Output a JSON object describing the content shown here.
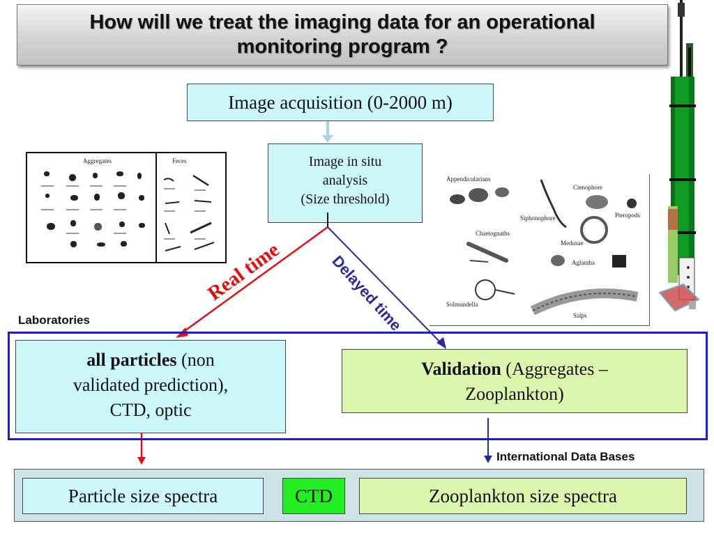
{
  "title": "How will we treat the imaging data for an operational monitoring program ?",
  "image_acquisition": "Image acquisition (0-2000 m)",
  "in_situ": [
    "Image in situ",
    "analysis",
    "(Size threshold)"
  ],
  "real_time": "Real time",
  "delayed_time": "Delayed time",
  "laboratories": "Laboratories",
  "all_particles": {
    "bold": "all particles",
    "rest_1": " (non",
    "line2": "validated prediction),",
    "line3": "CTD, optic"
  },
  "validation": {
    "bold": "Validation",
    "rest_1": " (Aggregates –",
    "line2": "Zooplankton)"
  },
  "international": "International Data Bases",
  "bottom": {
    "particle": "Particle size spectra",
    "ctd": "CTD",
    "zoo": "Zooplankton size spectra"
  },
  "left_image": {
    "col1": "Aggregates",
    "col2": "Feces"
  },
  "right_image": {
    "labels": [
      "Appendicularians",
      "Ctenophore",
      "Siphonophore",
      "Pteropods",
      "Chaetognaths",
      "Medusae",
      "Aglantha",
      "Solmundella",
      "Salps"
    ]
  },
  "colors": {
    "real_time": "#e01010",
    "delayed_time": "#2a2aa0",
    "lab_frame": "#1a1ae0",
    "ctd": "#22ee22",
    "instrument": "#0f9a22"
  }
}
